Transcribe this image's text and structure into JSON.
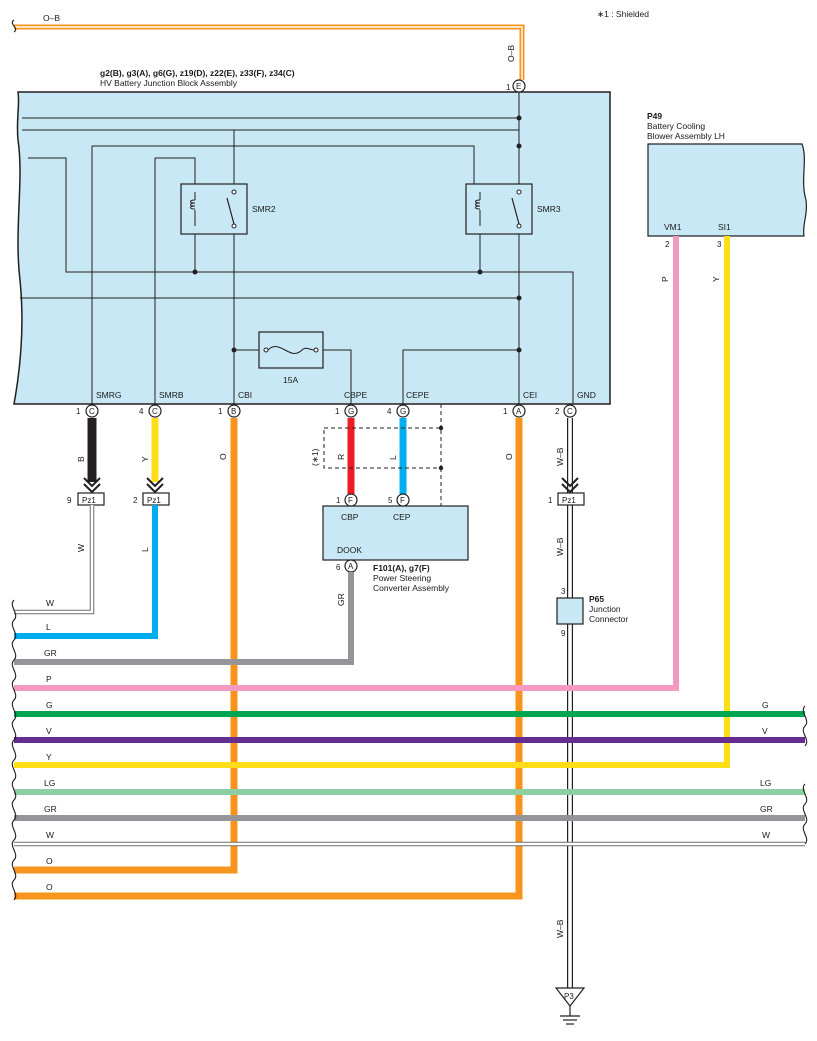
{
  "note": "∗1 : Shielded",
  "hv_block": {
    "connectors": "g2(B), g3(A), g6(G), z19(D), z22(E), z33(F), z34(C)",
    "name": "HV Battery Junction Block Assembly",
    "relay1": "SMR2",
    "relay2": "SMR3",
    "fuse": "15A",
    "top_pin": {
      "num": "1",
      "conn": "E",
      "wire": "O–B"
    },
    "terminals": [
      {
        "id": "smrg",
        "label": "SMRG",
        "num": "1",
        "conn": "C"
      },
      {
        "id": "smrb",
        "label": "SMRB",
        "num": "4",
        "conn": "C"
      },
      {
        "id": "cbi",
        "label": "CBI",
        "num": "1",
        "conn": "B"
      },
      {
        "id": "cbpe",
        "label": "CBPE",
        "num": "1",
        "conn": "G"
      },
      {
        "id": "cepe",
        "label": "CEPE",
        "num": "4",
        "conn": "G"
      },
      {
        "id": "cei",
        "label": "CEI",
        "num": "1",
        "conn": "A"
      },
      {
        "id": "gnd",
        "label": "GND",
        "num": "2",
        "conn": "C"
      }
    ]
  },
  "blower": {
    "code": "P49",
    "name1": "Battery Cooling",
    "name2": "Blower Assembly LH",
    "pins": [
      {
        "label": "VM1",
        "num": "2",
        "wire": "P"
      },
      {
        "label": "SI1",
        "num": "3",
        "wire": "Y"
      }
    ]
  },
  "converter": {
    "code": "F101(A), g7(F)",
    "name1": "Power Steering",
    "name2": "Converter Assembly",
    "pins": [
      {
        "label": "CBP",
        "num": "1",
        "conn": "F"
      },
      {
        "label": "CEP",
        "num": "5",
        "conn": "F"
      },
      {
        "label": "DOOK",
        "num": "6",
        "conn": "A"
      }
    ],
    "shield_label": "(∗1)"
  },
  "junction": {
    "code": "P65",
    "name1": "Junction",
    "name2": "Connector",
    "pin_top": "3",
    "pin_bottom": "9"
  },
  "pz1": [
    {
      "num": "9",
      "label": "Pz1"
    },
    {
      "num": "2",
      "label": "Pz1"
    },
    {
      "num": "1",
      "label": "Pz1"
    }
  ],
  "ground": {
    "label": "P3"
  },
  "wire_colors": {
    "B": "B",
    "Y": "Y",
    "O": "O",
    "R": "R",
    "L": "L",
    "W": "W",
    "WB": "W–B",
    "GR": "GR",
    "P": "P",
    "OB": "O–B"
  },
  "buses": [
    {
      "label": "O–B",
      "right": "",
      "color": "#f7941d"
    },
    {
      "label": "W",
      "right": "",
      "color": "#ffffff"
    },
    {
      "label": "L",
      "right": "",
      "color": "#00aeef"
    },
    {
      "label": "GR",
      "right": "",
      "color": "#939598"
    },
    {
      "label": "P",
      "right": "",
      "color": "#f49ac1"
    },
    {
      "label": "G",
      "right": "G",
      "color": "#00a651"
    },
    {
      "label": "V",
      "right": "V",
      "color": "#662d91"
    },
    {
      "label": "Y",
      "right": "",
      "color": "#ffde17"
    },
    {
      "label": "LG",
      "right": "LG",
      "color": "#8dcfa0"
    },
    {
      "label": "GR",
      "right": "GR",
      "color": "#939598"
    },
    {
      "label": "W",
      "right": "W",
      "color": "#ffffff"
    },
    {
      "label": "O",
      "right": "",
      "color": "#f7941d"
    },
    {
      "label": "O",
      "right": "",
      "color": "#f7941d"
    }
  ],
  "colors": {
    "box_fill": "#c9e8f5",
    "orange": "#f7941d",
    "black": "#231f20",
    "yellow": "#ffde17",
    "red": "#ed1c24",
    "blue": "#00aeef",
    "gray": "#939598",
    "pink": "#f49ac1",
    "green": "#00a651",
    "violet": "#662d91",
    "lightgreen": "#8dcfa0"
  }
}
